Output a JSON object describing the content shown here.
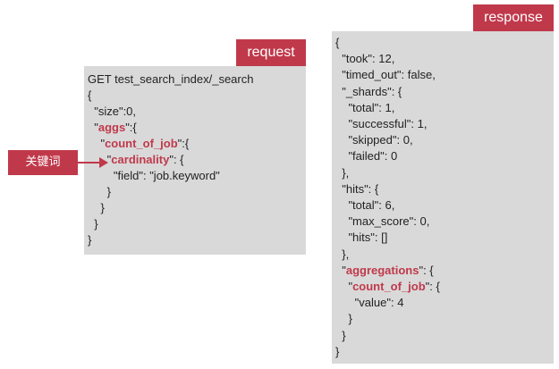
{
  "request": {
    "tag_label": "request",
    "lines": [
      {
        "parts": [
          {
            "t": "GET test_search_index/_search",
            "hl": false
          }
        ]
      },
      {
        "parts": [
          {
            "t": "{",
            "hl": false
          }
        ]
      },
      {
        "parts": [
          {
            "t": "  \"size\":0,",
            "hl": false
          }
        ]
      },
      {
        "parts": [
          {
            "t": "  \"",
            "hl": false
          },
          {
            "t": "aggs",
            "hl": true
          },
          {
            "t": "\":{",
            "hl": false
          }
        ]
      },
      {
        "parts": [
          {
            "t": "    \"",
            "hl": false
          },
          {
            "t": "count_of_job",
            "hl": true
          },
          {
            "t": "\":{",
            "hl": false
          }
        ]
      },
      {
        "parts": [
          {
            "t": "      \"",
            "hl": false
          },
          {
            "t": "cardinality",
            "hl": true
          },
          {
            "t": "\": {",
            "hl": false
          }
        ]
      },
      {
        "parts": [
          {
            "t": "        \"field\": \"job.keyword\"",
            "hl": false
          }
        ]
      },
      {
        "parts": [
          {
            "t": "      }",
            "hl": false
          }
        ]
      },
      {
        "parts": [
          {
            "t": "    }",
            "hl": false
          }
        ]
      },
      {
        "parts": [
          {
            "t": "  }",
            "hl": false
          }
        ]
      },
      {
        "parts": [
          {
            "t": "}",
            "hl": false
          }
        ]
      }
    ]
  },
  "response": {
    "tag_label": "response",
    "lines": [
      {
        "parts": [
          {
            "t": "{",
            "hl": false
          }
        ]
      },
      {
        "parts": [
          {
            "t": "  \"took\": 12,",
            "hl": false
          }
        ]
      },
      {
        "parts": [
          {
            "t": "  \"timed_out\": false,",
            "hl": false
          }
        ]
      },
      {
        "parts": [
          {
            "t": "  \"_shards\": {",
            "hl": false
          }
        ]
      },
      {
        "parts": [
          {
            "t": "    \"total\": 1,",
            "hl": false
          }
        ]
      },
      {
        "parts": [
          {
            "t": "    \"successful\": 1,",
            "hl": false
          }
        ]
      },
      {
        "parts": [
          {
            "t": "    \"skipped\": 0,",
            "hl": false
          }
        ]
      },
      {
        "parts": [
          {
            "t": "    \"failed\": 0",
            "hl": false
          }
        ]
      },
      {
        "parts": [
          {
            "t": "  },",
            "hl": false
          }
        ]
      },
      {
        "parts": [
          {
            "t": "  \"hits\": {",
            "hl": false
          }
        ]
      },
      {
        "parts": [
          {
            "t": "    \"total\": 6,",
            "hl": false
          }
        ]
      },
      {
        "parts": [
          {
            "t": "    \"max_score\": 0,",
            "hl": false
          }
        ]
      },
      {
        "parts": [
          {
            "t": "    \"hits\": []",
            "hl": false
          }
        ]
      },
      {
        "parts": [
          {
            "t": "  },",
            "hl": false
          }
        ]
      },
      {
        "parts": [
          {
            "t": "  \"",
            "hl": false
          },
          {
            "t": "aggregations",
            "hl": true
          },
          {
            "t": "\": {",
            "hl": false
          }
        ]
      },
      {
        "parts": [
          {
            "t": "    \"",
            "hl": false
          },
          {
            "t": "count_of_job",
            "hl": true
          },
          {
            "t": "\": {",
            "hl": false
          }
        ]
      },
      {
        "parts": [
          {
            "t": "      \"value\": 4",
            "hl": false
          }
        ]
      },
      {
        "parts": [
          {
            "t": "    }",
            "hl": false
          }
        ]
      },
      {
        "parts": [
          {
            "t": "  }",
            "hl": false
          }
        ]
      },
      {
        "parts": [
          {
            "t": "}",
            "hl": false
          }
        ]
      }
    ]
  },
  "keyword_callout": {
    "label": "关键词"
  },
  "colors": {
    "accent": "#c0394b",
    "panel_bg": "#d9d9d9",
    "text": "#222222"
  }
}
